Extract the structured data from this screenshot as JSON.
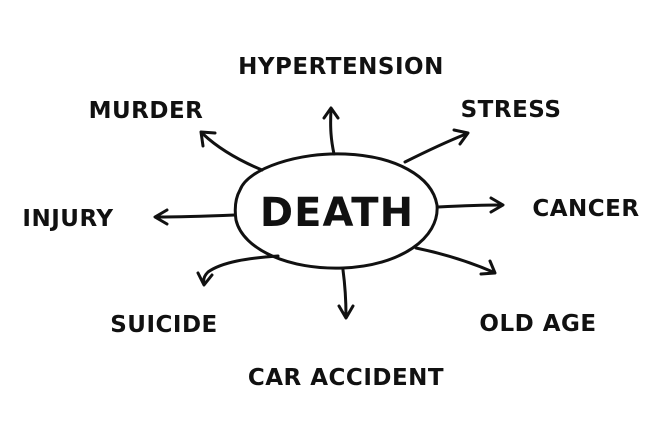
{
  "center": {
    "label": "DEATH"
  },
  "causes": [
    {
      "id": "hypertension",
      "label": "HYPERTENSION"
    },
    {
      "id": "murder",
      "label": "MURDER"
    },
    {
      "id": "stress",
      "label": "STRESS"
    },
    {
      "id": "injury",
      "label": "INJURY"
    },
    {
      "id": "cancer",
      "label": "CANCER"
    },
    {
      "id": "suicide",
      "label": "SUICIDE"
    },
    {
      "id": "old-age",
      "label": "OLD AGE"
    },
    {
      "id": "car-accident",
      "label": "CAR ACCIDENT"
    }
  ],
  "colors": {
    "ink": "#111111",
    "background": "#ffffff"
  }
}
